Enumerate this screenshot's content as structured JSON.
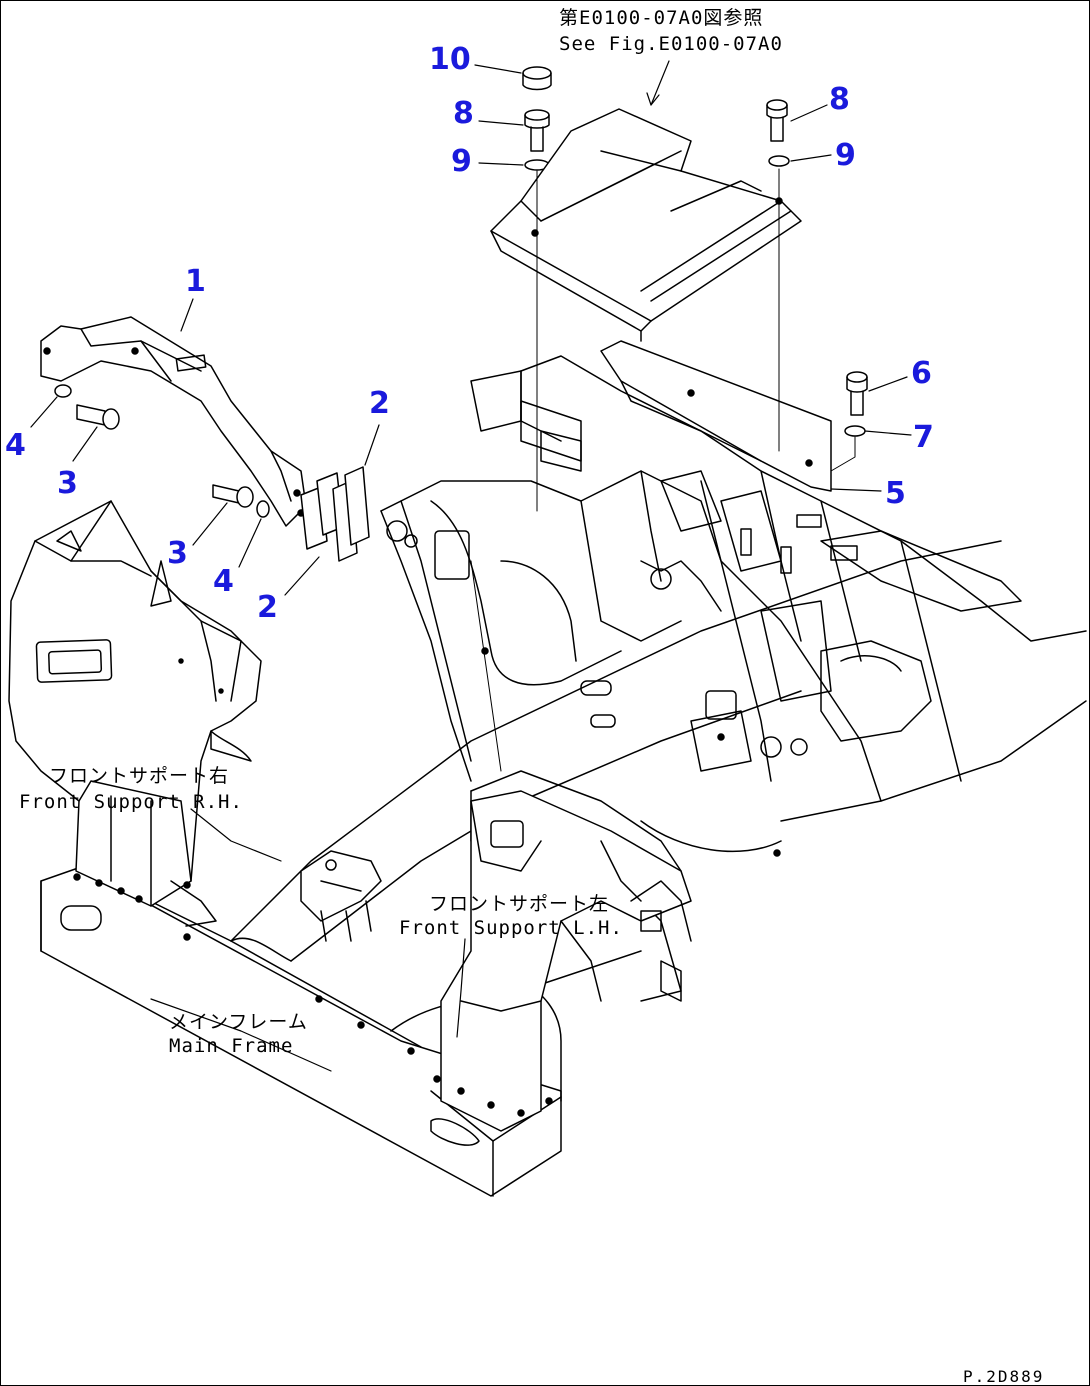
{
  "colors": {
    "line": "#000000",
    "callout": "#1a1adc",
    "background": "#ffffff"
  },
  "callouts": [
    {
      "id": "c10",
      "text": "10"
    },
    {
      "id": "c8a",
      "text": "8"
    },
    {
      "id": "c9a",
      "text": "9"
    },
    {
      "id": "c8b",
      "text": "8"
    },
    {
      "id": "c9b",
      "text": "9"
    },
    {
      "id": "c1",
      "text": "1"
    },
    {
      "id": "c4a",
      "text": "4"
    },
    {
      "id": "c3a",
      "text": "3"
    },
    {
      "id": "c2a",
      "text": "2"
    },
    {
      "id": "c3b",
      "text": "3"
    },
    {
      "id": "c4b",
      "text": "4"
    },
    {
      "id": "c2b",
      "text": "2"
    },
    {
      "id": "c6",
      "text": "6"
    },
    {
      "id": "c7",
      "text": "7"
    },
    {
      "id": "c5",
      "text": "5"
    }
  ],
  "notes": {
    "ref_jp": "第E0100-07A0図参照",
    "ref_en": "See Fig.E0100-07A0",
    "front_rh_jp": "フロントサポート右",
    "front_rh_en": "Front Support R.H.",
    "front_lh_jp": "フロントサポート左",
    "front_lh_en": "Front Support L.H.",
    "main_jp": "メインフレーム",
    "main_en": "Main Frame"
  },
  "page_ref": "P.2D889"
}
